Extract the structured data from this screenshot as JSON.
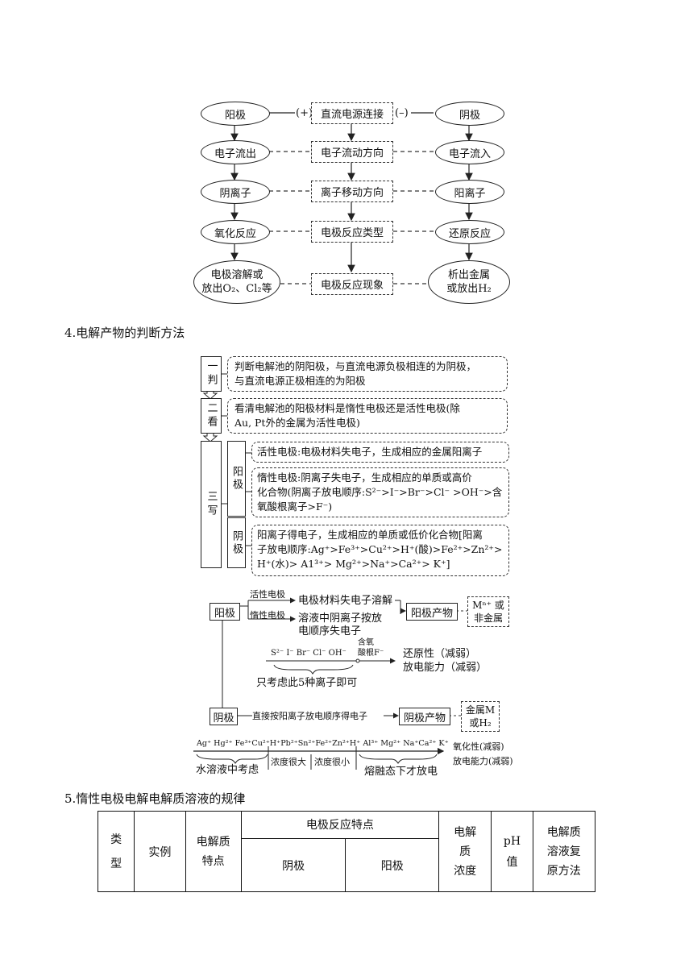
{
  "diagram1": {
    "anode": "阳极",
    "cathode": "阴极",
    "plus": "(+)",
    "minus": "(–)",
    "center": [
      "直流电源连接",
      "电子流动方向",
      "离子移动方向",
      "电极反应类型",
      "电极反应现象"
    ],
    "left": [
      "电子流出",
      "阴离子",
      "氧化反应"
    ],
    "right": [
      "电子流入",
      "阳离子",
      "还原反应"
    ],
    "left_bottom": [
      "电极溶解或",
      "放出O₂、Cl₂等"
    ],
    "right_bottom": [
      "析出金属",
      "或放出H₂"
    ]
  },
  "section4": {
    "title": "4.电解产物的判断方法"
  },
  "diagram2": {
    "step1_label": "一判",
    "step1_text": [
      "判断电解池的阴阳极，与直流电源负极相连的为阴极，",
      "与直流电源正极相连的为阳极"
    ],
    "step2_label": "二看",
    "step2_text": [
      "看清电解池的阳极材料是惰性电极还是活性电极(除",
      "Au, Pt外的金属为活性电极)"
    ],
    "step3_label": "三写",
    "anode_label": "阳极",
    "cathode_label": "阴极",
    "anode_active": "活性电极:电极材料失电子，生成相应的金属阳离子",
    "anode_inert": [
      "惰性电极:阴离子失电子，生成相应的单质或高价",
      "化合物(阴离子放电顺序:S²⁻>I⁻>Br⁻>Cl⁻ >OH⁻>含",
      "氧酸根离子>F⁻)"
    ],
    "cathode_text": [
      "阳离子得电子，生成相应的单质或低价化合物[阳离",
      "子放电顺序:Ag⁺>Fe³⁺>Cu²⁺>H⁺(酸)>Fe²⁺>Zn²⁺>",
      "H⁺(水)> A1³⁺> Mg²⁺>Na⁺>Ca²⁺> K⁺]"
    ]
  },
  "diagram3": {
    "anode": "阳极",
    "active": "活性电极",
    "inert": "惰性电极",
    "active_result": "电极材料失电子溶解",
    "inert_result": [
      "溶液中阴离子按放",
      "电顺序失电子"
    ],
    "anode_product": "阳极产物",
    "anode_product_result": [
      "Mⁿ⁺ 或",
      "非金属"
    ],
    "anion_series": "S²⁻  I⁻  Br⁻  Cl⁻  OH⁻",
    "oxyacid": [
      "含氧",
      "酸根F⁻"
    ],
    "reducing": "还原性（减弱）",
    "discharge1": "放电能力（减弱）",
    "only5": "只考虑此5种离子即可",
    "cathode": "阴极",
    "cathode_rule": "直接按阳离子放电顺序得电子",
    "cathode_product": "阴极产物",
    "cathode_product_result": [
      "金属M",
      "或H₂"
    ],
    "cation_series": "Ag⁺ Hg²⁺ Fe³⁺Cu²⁺H⁺Pb²⁺Sn²⁺Fe²⁺Zn²⁺H⁺ Al³⁺ Mg²⁺ Na⁺Ca²⁺ K⁺",
    "oxidizing": "氧化性(减弱)",
    "discharge2": "放电能力(减弱)",
    "aqueous": "水溶液中考虑",
    "high_conc": "浓度很大",
    "low_conc": "浓度很小",
    "molten": "熔融态下才放电"
  },
  "section5": {
    "title": "5.惰性电极电解电解质溶液的规律"
  },
  "table": {
    "type": [
      "类",
      "型"
    ],
    "example": "实例",
    "electrolyte_feature": [
      "电解质",
      "特点"
    ],
    "electrode_feature": "电极反应特点",
    "cathode": "阴极",
    "anode": "阳极",
    "concentration": [
      "电解",
      "质",
      "浓度"
    ],
    "ph": [
      "pH",
      "值"
    ],
    "restore": [
      "电解质",
      "溶液复",
      "原方法"
    ]
  }
}
